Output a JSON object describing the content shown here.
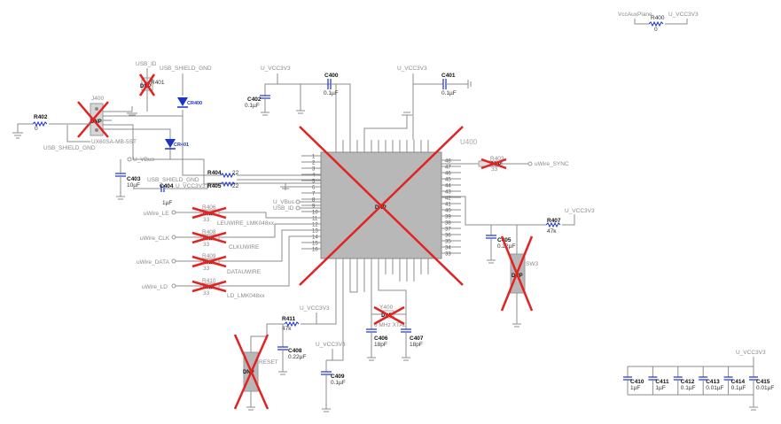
{
  "colors": {
    "wire": "#8c8c8c",
    "ic_fill": "#b8b8b8",
    "cross": "#e32222",
    "diode": "#1a33c8",
    "cap": "#1a33c8"
  },
  "top_right": {
    "net_left": "VccAuxPlane",
    "net_right": "U_VCC3V3",
    "ref": "R400",
    "value": "0"
  },
  "ic": {
    "ref": "U400",
    "dnp": "DNP",
    "left_pins": [
      "1",
      "2",
      "3",
      "4",
      "5",
      "6",
      "7",
      "8",
      "9",
      "10",
      "11",
      "12",
      "13",
      "14",
      "15",
      "16"
    ],
    "right_pins": [
      "48",
      "47",
      "46",
      "45",
      "44",
      "43",
      "42",
      "41",
      "40",
      "39",
      "38",
      "37",
      "36",
      "35",
      "34",
      "33"
    ]
  },
  "usb": {
    "ref": "J400",
    "part": "UX60SA-MB-5ST",
    "dnp": "DNP",
    "shield_gnd_bottom": "USB_SHIELD_GND",
    "shield_gnd_top": "USB_SHIELD_GND",
    "shield_gnd_mid": "USB_SHIELD_GND"
  },
  "usb_id": {
    "net": "USB_ID",
    "ref": "R401",
    "dnp": "DNP"
  },
  "diodes": [
    {
      "ref": "CR400"
    },
    {
      "ref": "CR401"
    }
  ],
  "r402": {
    "ref": "R402",
    "value": "0"
  },
  "vbus": {
    "net": "U_VBus"
  },
  "c403": {
    "ref": "C403",
    "value": "10µF"
  },
  "c404": {
    "ref": "C404",
    "value": "1µF",
    "net": "U_VCC3V3"
  },
  "r404": {
    "ref": "R404",
    "value": "22"
  },
  "r405": {
    "ref": "R405",
    "value": "22"
  },
  "nets_mid": [
    "U_VBus",
    "USB_ID",
    "LEUWIRE_LMK048xx",
    "CLKUWIRE",
    "DATAUWIRE",
    "LD_LMK048xx"
  ],
  "uwire": [
    {
      "net": "uWire_LE",
      "ref": "R406",
      "value": "33",
      "dnp": "DNP"
    },
    {
      "net": "uWire_CLK",
      "ref": "R408",
      "value": "33",
      "dnp": "DNP"
    },
    {
      "net": "uWire_DATA",
      "ref": "R409",
      "value": "33",
      "dnp": "DNP"
    },
    {
      "net": "uWire_LD",
      "ref": "R410",
      "value": "33",
      "dnp": "DNP"
    }
  ],
  "top_caps": {
    "vcc_left": "U_VCC3V3",
    "vcc_right": "U_VCC3V3",
    "c400": {
      "ref": "C400",
      "value": "0.1µF"
    },
    "c401": {
      "ref": "C401",
      "value": "0.1µF"
    },
    "c402": {
      "ref": "C402",
      "value": "0.1µF"
    }
  },
  "sync": {
    "ref": "R403",
    "value": "33",
    "dnp": "DNP",
    "net": "uWire_SYNC"
  },
  "r407": {
    "ref": "R407",
    "value": "47k",
    "net": "U_VCC3V3"
  },
  "c405": {
    "ref": "C405",
    "value": "0.22µF"
  },
  "sw_right": {
    "label": "SW3",
    "dnp": "DNP"
  },
  "bottom": {
    "vcc_a": "U_VCC3V3",
    "vcc_b": "U_VCC3V3",
    "r411": {
      "ref": "R411",
      "value": "47k"
    },
    "c408": {
      "ref": "C408",
      "value": "0.22µF"
    },
    "c409": {
      "ref": "C409",
      "value": "0.1µF"
    },
    "reset": "RESET",
    "reset_dnp": "DNP",
    "xtal_ref": "Y400",
    "xtal_dnp": "DNP",
    "xtal_label": "6 MHz XTAL",
    "c406": {
      "ref": "C406",
      "value": "18pF"
    },
    "c407": {
      "ref": "C407",
      "value": "18pF"
    }
  },
  "cap_bank": {
    "vcc": "U_VCC3V3",
    "caps": [
      {
        "ref": "C410",
        "value": "1µF"
      },
      {
        "ref": "C411",
        "value": "1µF"
      },
      {
        "ref": "C412",
        "value": "0.1µF"
      },
      {
        "ref": "C413",
        "value": "0.01µF"
      },
      {
        "ref": "C414",
        "value": "0.1µF"
      },
      {
        "ref": "C415",
        "value": "0.01µF"
      }
    ]
  }
}
